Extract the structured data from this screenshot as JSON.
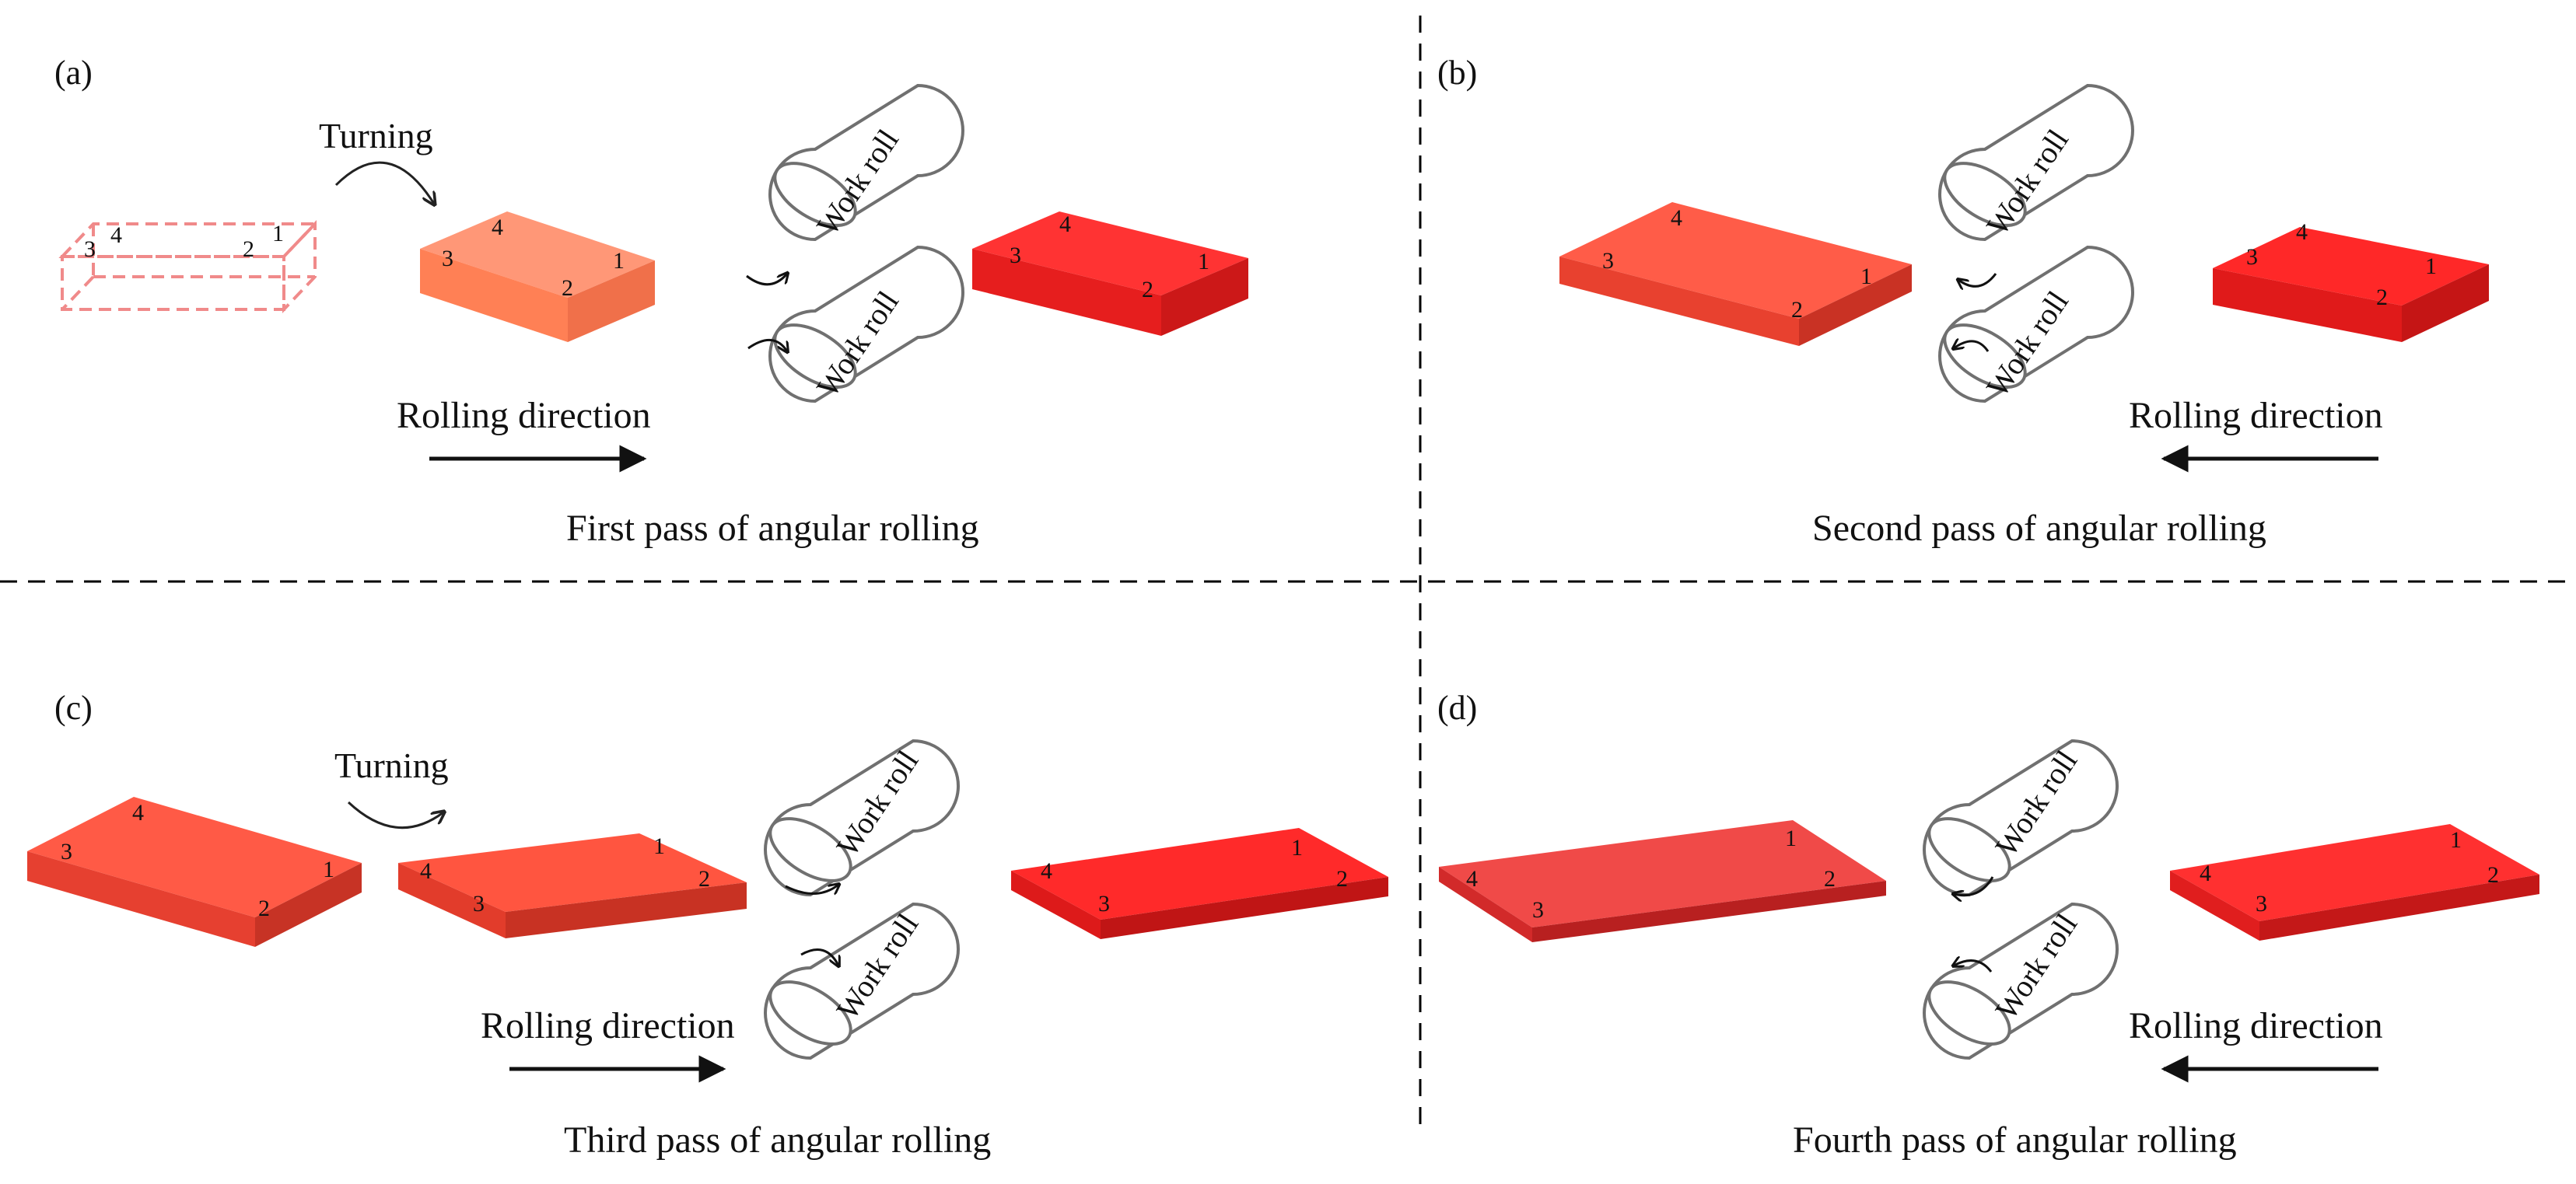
{
  "colors": {
    "ghost": "#f08a8a",
    "peach": "#ff8c6a",
    "coral": "#ff5a45",
    "red": "#ff2a2a",
    "deep_red": "#f03030",
    "dashed_line": "#000000",
    "roll_stroke": "#707070"
  },
  "roll_label": "Work roll",
  "direction_label": "Rolling direction",
  "turning_label": "Turning",
  "corner_labels": [
    "1",
    "2",
    "3",
    "4"
  ],
  "panels": [
    {
      "letter": "(a)",
      "caption": "First pass of angular rolling",
      "direction": "right",
      "turning": true
    },
    {
      "letter": "(b)",
      "caption": "Second  pass of angular rolling",
      "direction": "left",
      "turning": false
    },
    {
      "letter": "(c)",
      "caption": "Third pass of angular rolling",
      "direction": "right",
      "turning": true
    },
    {
      "letter": "(d)",
      "caption": "Fourth  pass of angular rolling",
      "direction": "left",
      "turning": false
    }
  ]
}
